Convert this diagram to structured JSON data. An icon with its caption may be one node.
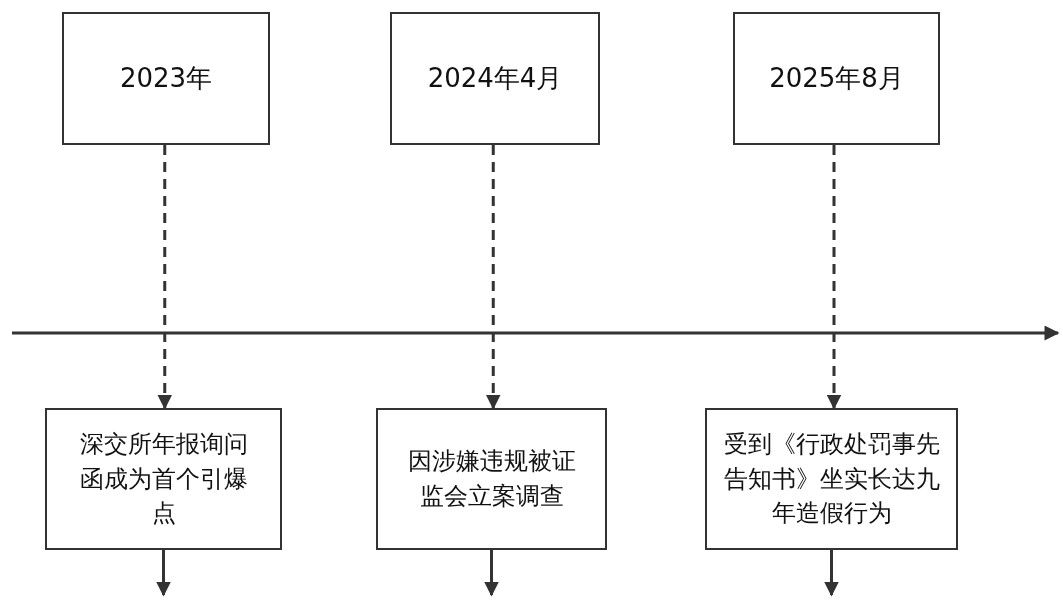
{
  "diagram": {
    "nodes": [
      {
        "text": [
          "2023年"
        ]
      },
      {
        "text": [
          "2024年4月"
        ]
      },
      {
        "text": [
          "2025年8月"
        ]
      },
      {
        "text": [
          "深交所年报询问函成为首个引爆点"
        ]
      },
      {
        "text": [
          "因涉嫌违规被证监会立案调查"
        ]
      },
      {
        "text": [
          "受到《行政处罚事先告知书》坐实长达九年造假行为"
        ]
      }
    ],
    "edges": [
      {
        "from": 0,
        "to": 3,
        "arrow": "to",
        "style": "dashed"
      },
      {
        "from": 1,
        "to": 4,
        "arrow": "to",
        "style": "dashed"
      },
      {
        "from": 2,
        "to": 5,
        "arrow": "to",
        "style": "dashed"
      },
      {
        "from": 3,
        "to": null,
        "arrow": "to"
      },
      {
        "from": 4,
        "to": null,
        "arrow": "to"
      },
      {
        "from": 5,
        "to": null,
        "arrow": "to"
      }
    ]
  }
}
